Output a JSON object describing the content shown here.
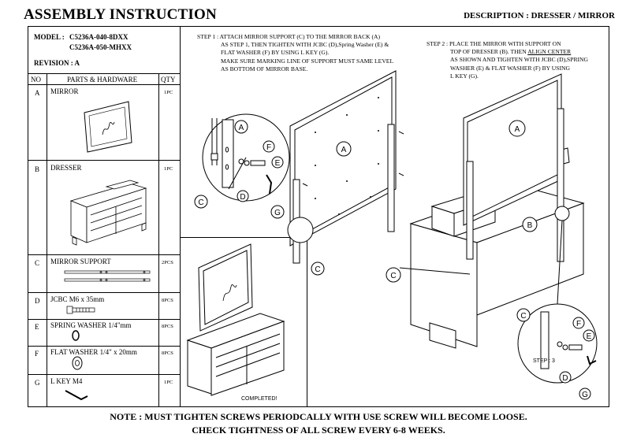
{
  "header": {
    "title": "ASSEMBLY INSTRUCTION",
    "description": "DESCRIPTION : DRESSER / MIRROR"
  },
  "model": {
    "label": "MODEL :",
    "line1": "C5236A-040-8DXX",
    "line2": "C5236A-050-MHXX",
    "revision": "REVISION : A"
  },
  "table": {
    "headers": {
      "no": "NO",
      "parts": "PARTS & HARDWARE",
      "qty": "QTY"
    },
    "rows": [
      {
        "no": "A",
        "name": "MIRROR",
        "qty": "1PC"
      },
      {
        "no": "B",
        "name": "DRESSER",
        "qty": "1PC"
      },
      {
        "no": "C",
        "name": "MIRROR SUPPORT",
        "qty": "2PCS"
      },
      {
        "no": "D",
        "name": "JCBC M6 x 35mm",
        "qty": "8PCS"
      },
      {
        "no": "E",
        "name": "SPRING WASHER 1/4\"mm",
        "qty": "8PCS"
      },
      {
        "no": "F",
        "name": "FLAT WASHER 1/4\" x 20mm",
        "qty": "8PCS"
      },
      {
        "no": "G",
        "name": "L KEY M4",
        "qty": "1PC"
      }
    ]
  },
  "step1": {
    "line1": "STEP 1 : ATTACH MIRROR SUPPORT (C)  TO THE MIRROR BACK (A)",
    "line2": "AS STEP 1, THEN TIGHTEN WITH JCBC (D),Spring Washer (E) &",
    "line3": "FLAT WASHER (F) BY USING L KEY (G).",
    "line4": "MAKE SURE MARKING LINE OF SUPPORT MUST SAME LEVEL",
    "line5": "AS BOTTOM OF MIRROR BASE."
  },
  "step2": {
    "line1": "STEP 2 : PLACE THE MIRROR WITH SUPPORT ON",
    "line2a": "TOP OF DRESSER (B). THEN ",
    "line2b": "ALIGN CENTER",
    "line3": "AS SHOWN AND TIGHTEN WITH JCBC (D),SPRING",
    "line4": "WASHER (E) & FLAT WASHER (F) BY USING",
    "line5": "L KEY (G)."
  },
  "callouts": {
    "A": "A",
    "B": "B",
    "C": "C",
    "D": "D",
    "E": "E",
    "F": "F",
    "G": "G"
  },
  "step3": "STEP : 3",
  "completed": "COMPLETED!",
  "note": {
    "line1": "NOTE : MUST TIGHTEN SCREWS PERIODCALLY WITH USE SCREW WILL BECOME LOOSE.",
    "line2": "CHECK TIGHTNESS OF ALL SCREW EVERY 6-8 WEEKS."
  }
}
